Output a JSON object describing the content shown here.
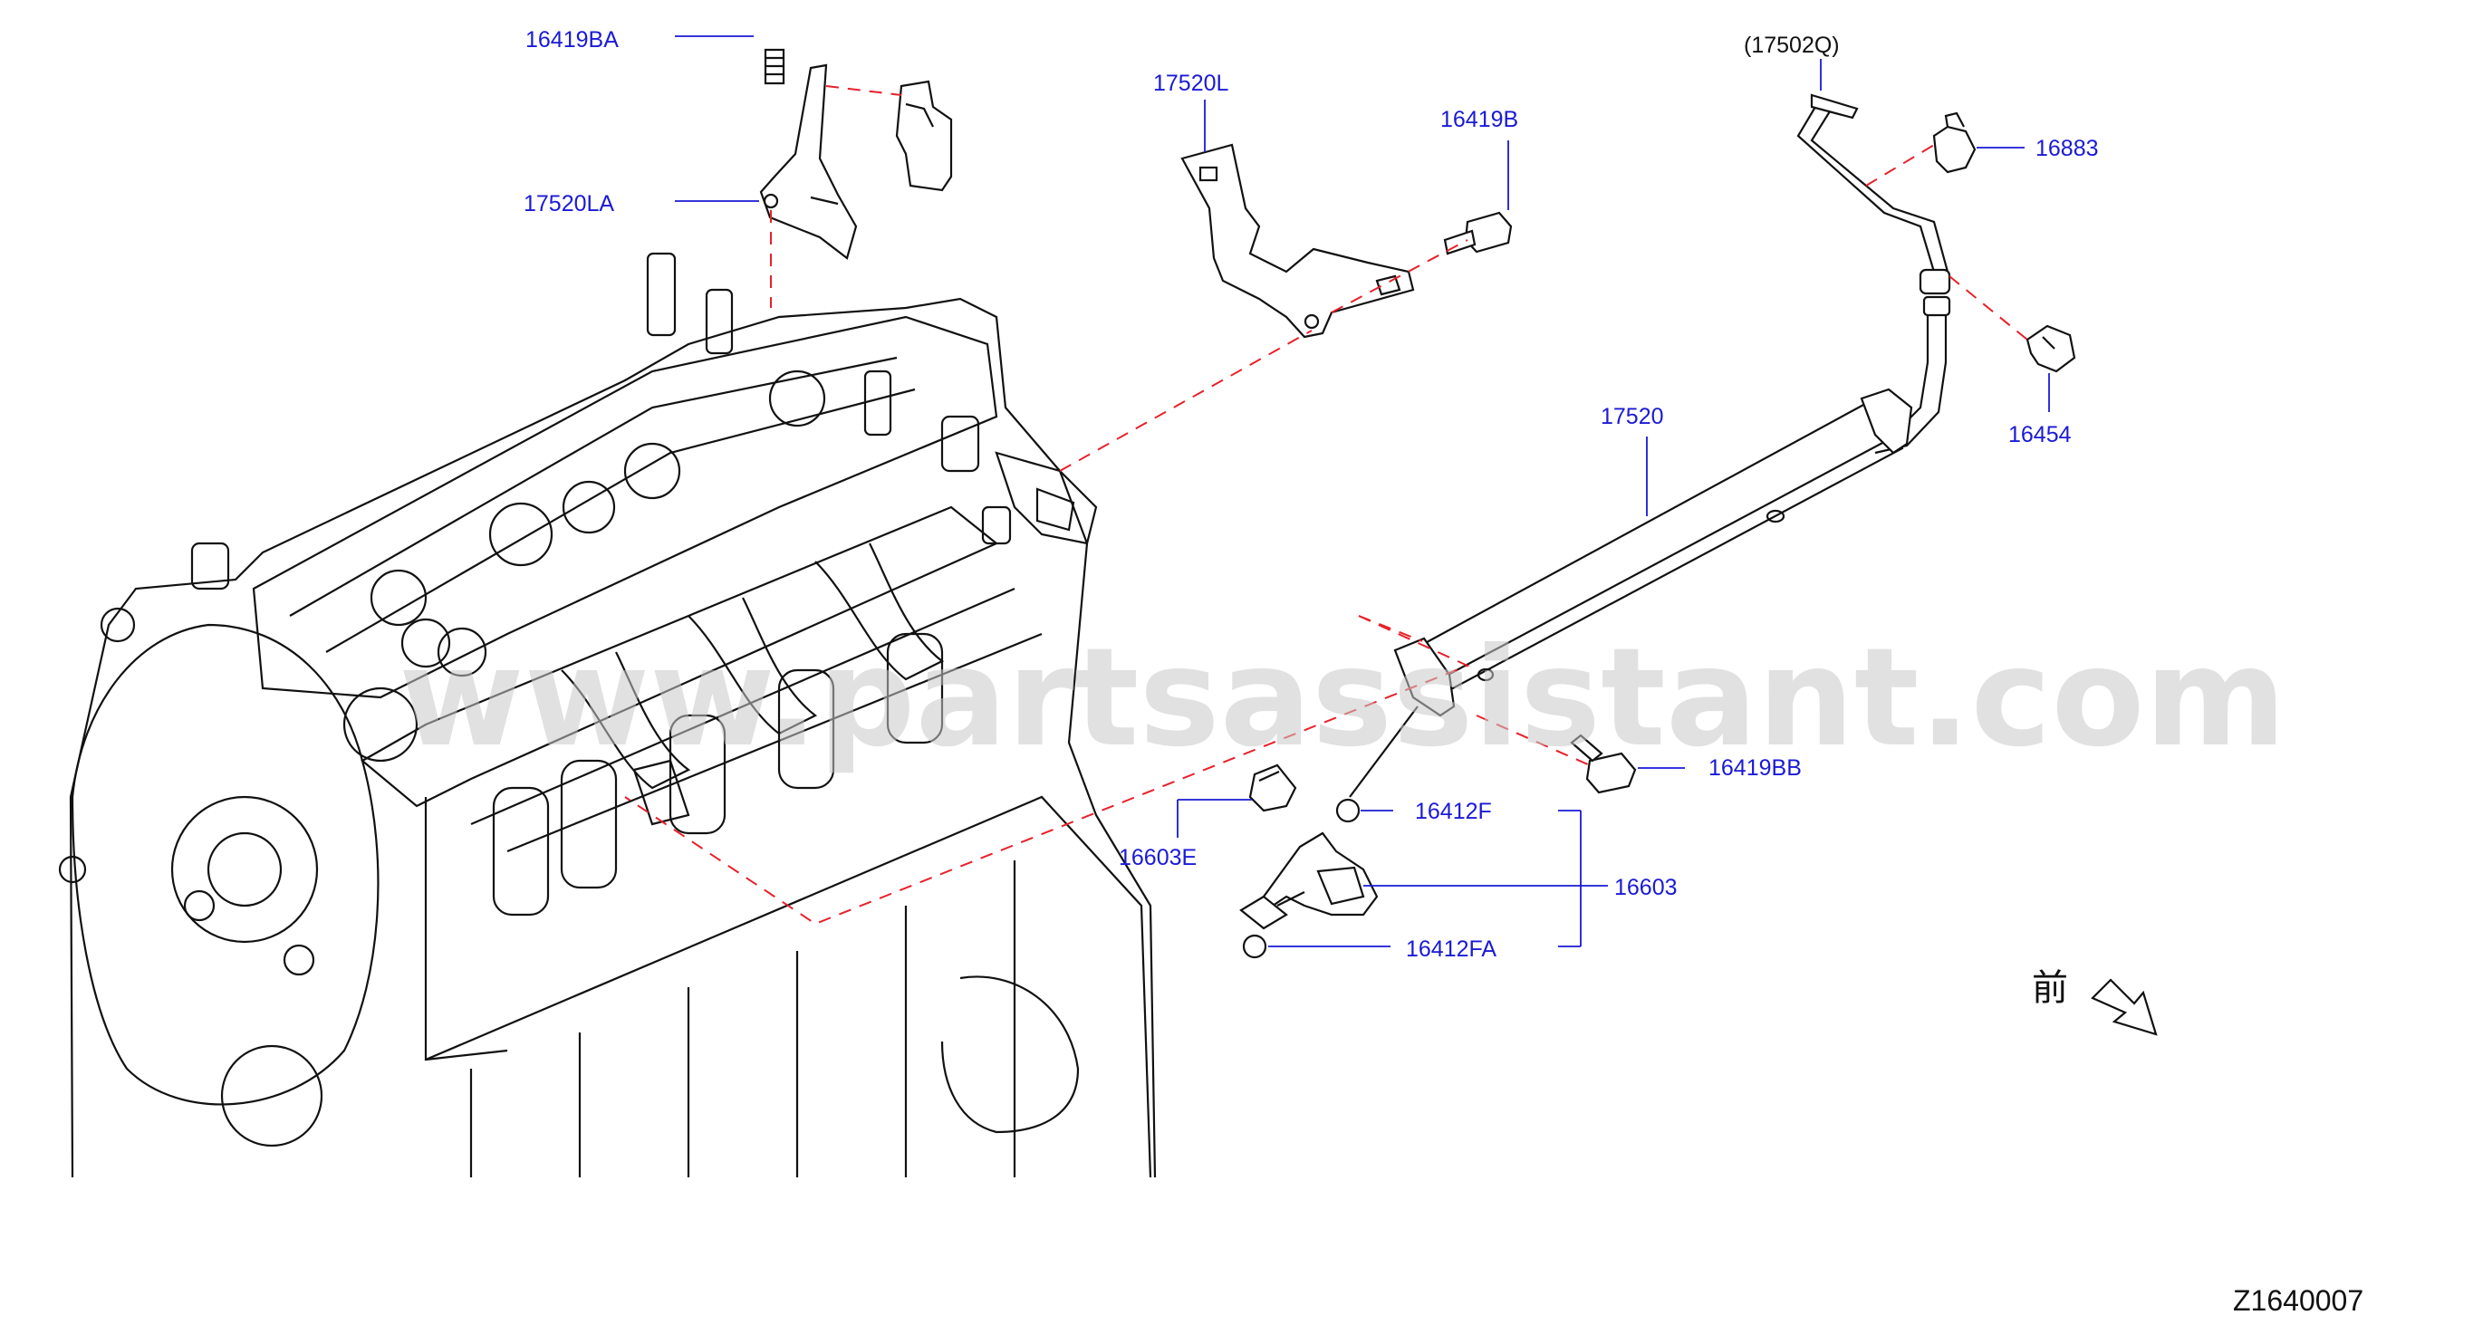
{
  "labels": {
    "p16419BA": "16419BA",
    "p17520LA": "17520LA",
    "p17520L": "17520L",
    "p16419B": "16419B",
    "p17502Q": "(17502Q)",
    "p16883": "16883",
    "p16454": "16454",
    "p17520": "17520",
    "p16419BB": "16419BB",
    "p16412F": "16412F",
    "p16603E": "16603E",
    "p16603": "16603",
    "p16412FA": "16412FA"
  },
  "watermark": "www.partsassistant.com",
  "front_indicator": "前",
  "diagram_id": "Z1640007",
  "colors": {
    "label_blue": "#1a1ad6",
    "dash_red": "#e8202a",
    "line_black": "#111111",
    "watermark_gray": "#c8c8c8"
  }
}
